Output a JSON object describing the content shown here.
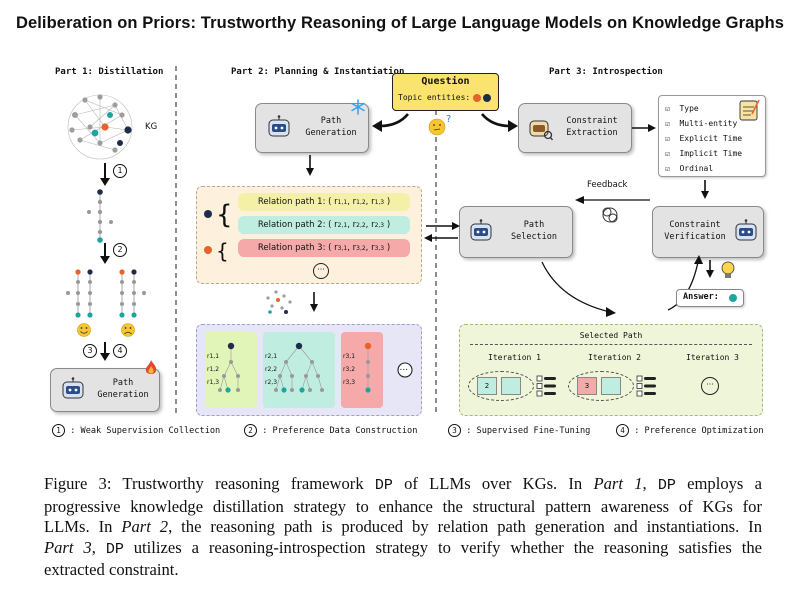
{
  "title": "Deliberation on Priors: Trustworthy Reasoning of Large Language Models on Knowledge Graphs",
  "parts": {
    "part1": "Part 1: Distillation",
    "part2": "Part 2: Planning & Instantiation",
    "part3": "Part 3: Introspection"
  },
  "kg_label": "KG",
  "steps": [
    "1",
    "2",
    "3",
    "4"
  ],
  "question": {
    "title": "Question",
    "topic": "Topic entities:"
  },
  "boxes": {
    "path_generation_top": "Path\nGeneration",
    "path_generation_left": "Path\nGeneration",
    "constraint_extraction": "Constraint\nExtraction",
    "path_selection": "Path\nSelection",
    "constraint_verification": "Constraint\nVerification"
  },
  "relation_paths": [
    {
      "label": "Relation path 1:",
      "r": [
        "1,1",
        "1,2",
        "1,3"
      ]
    },
    {
      "label": "Relation path 2:",
      "r": [
        "2,1",
        "2,2",
        "2,3"
      ]
    },
    {
      "label": "Relation path 3:",
      "r": [
        "3,1",
        "3,2",
        "3,3"
      ]
    }
  ],
  "constraints": [
    "Type",
    "Multi-entity",
    "Explicit Time",
    "Implicit Time",
    "Ordinal"
  ],
  "feedback": "Feedback",
  "answer": "Answer:",
  "selected_path": {
    "title": "Selected Path",
    "iterations": [
      "Iteration 1",
      "Iteration 2",
      "Iteration 3"
    ],
    "values": [
      "2",
      "3"
    ]
  },
  "trees": {
    "t1": [
      "r1,1",
      "r1,2",
      "r1,3"
    ],
    "t2": [
      "r2,1",
      "r2,2",
      "r2,3"
    ],
    "t3": [
      "r3,1",
      "r3,2",
      "r3,3"
    ]
  },
  "legend": [
    {
      "num": "1",
      "text": ": Weak Supervision Collection"
    },
    {
      "num": "2",
      "text": ": Preference Data Construction"
    },
    {
      "num": "3",
      "text": ": Supervised Fine-Tuning"
    },
    {
      "num": "4",
      "text": ": Preference Optimization"
    }
  ],
  "caption": {
    "l1a": "Figure 3:  Trustworthy reasoning framework ",
    "dp": "DP",
    "l1b": " of LLMs over KGs.  In ",
    "p1": "Part 1",
    "l1c": ", ",
    "l1d": " employs a",
    "l2": "progressive knowledge distillation strategy to enhance the structural pattern awareness of KGs for",
    "l3a": "LLMs. In ",
    "p2": "Part 2",
    "l3b": ", the reasoning path is produced by relation path generation and instantiations. In",
    "p3": "Part 3",
    "l4a": ", ",
    "l4b": " utilizes a reasoning-introspection strategy to verify whether the reasoning satisfies the",
    "l5": "extracted constraint."
  },
  "colors": {
    "orange": "#e8622c",
    "teal": "#1fa5a0",
    "navy": "#1e2c4a",
    "question_bg": "#fbe36f",
    "rp1": "#f5f0a8",
    "rp2": "#bfeee0",
    "rp3": "#f6a9a9",
    "panel_cream": "#fdf1de",
    "panel_lav": "#e6e6f7",
    "panel_green": "#eef5d8"
  }
}
